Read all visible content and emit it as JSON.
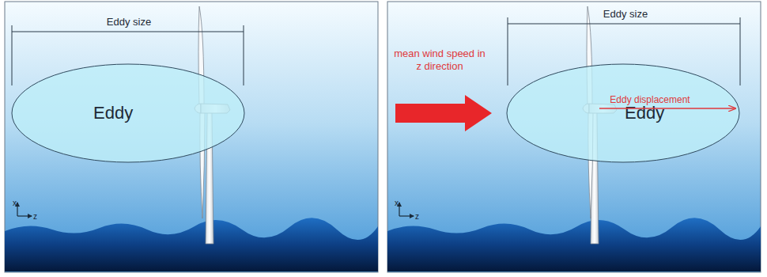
{
  "diagram": {
    "nodes": [
      {
        "text": [
          "Eddy"
        ]
      },
      {
        "text": [
          "Eddy"
        ]
      }
    ],
    "labels": [
      "Eddy size",
      "x",
      "z",
      "Eddy size",
      "mean wind speed in z direction",
      "Eddy displacement",
      "x",
      "z"
    ]
  }
}
